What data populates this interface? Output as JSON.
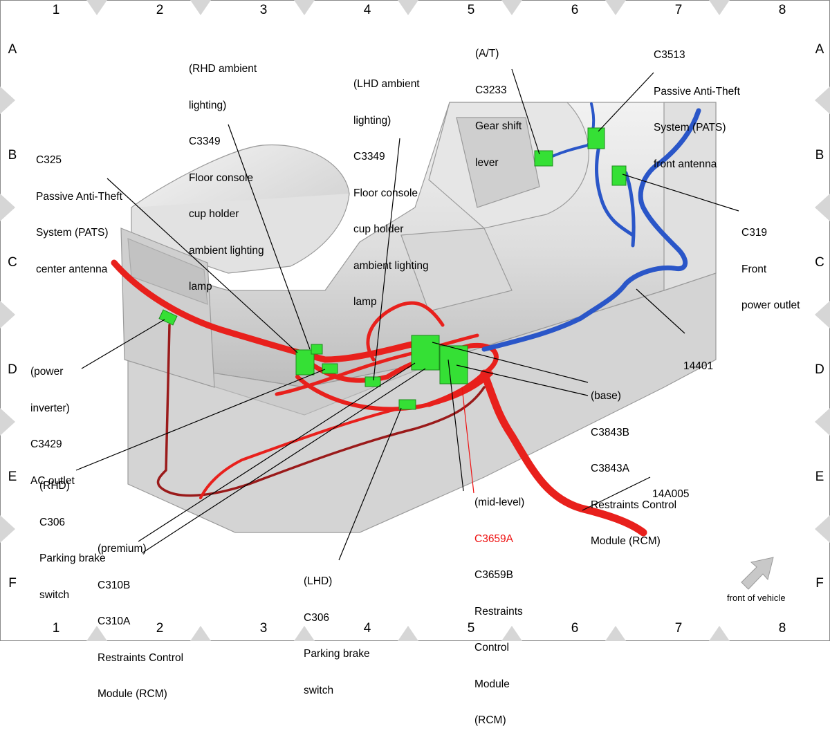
{
  "grid": {
    "columns": [
      "1",
      "2",
      "3",
      "4",
      "5",
      "6",
      "7",
      "8"
    ],
    "rows": [
      "A",
      "B",
      "C",
      "D",
      "E",
      "F"
    ]
  },
  "callouts": {
    "c325": [
      "C325",
      "Passive Anti-Theft",
      "System (PATS)",
      "center antenna"
    ],
    "rhd_ambient": [
      "(RHD ambient",
      "lighting)",
      "C3349",
      "Floor console",
      "cup holder",
      "ambient lighting",
      "lamp"
    ],
    "lhd_ambient": [
      "(LHD ambient",
      "lighting)",
      "C3349",
      "Floor console",
      "cup holder",
      "ambient lighting",
      "lamp"
    ],
    "c3233": [
      "(A/T)",
      "C3233",
      "Gear shift",
      "lever"
    ],
    "c3513": [
      "C3513",
      "Passive Anti-Theft",
      "System (PATS)",
      "front antenna"
    ],
    "c319": [
      "C319",
      "Front",
      "power outlet"
    ],
    "c3429": [
      "(power",
      "inverter)",
      "C3429",
      "AC outlet"
    ],
    "h14401": [
      "14401"
    ],
    "c3843": [
      "(base)",
      "C3843B",
      "C3843A",
      "Restraints Control",
      "Module (RCM)"
    ],
    "rhd_c306": [
      "(RHD)",
      "C306",
      "Parking brake",
      "switch"
    ],
    "h14a005": [
      "14A005"
    ],
    "c3659": [
      "(mid-level)",
      "C3659A",
      "C3659B",
      "Restraints",
      "Control",
      "Module",
      "(RCM)"
    ],
    "c310": [
      "(premium)",
      "C310B",
      "C310A",
      "Restraints Control",
      "Module (RCM)"
    ],
    "lhd_c306": [
      "(LHD)",
      "C306",
      "Parking brake",
      "switch"
    ]
  },
  "front_of_vehicle": "front of vehicle",
  "colors": {
    "harness_red": "#e8201c",
    "harness_blue": "#2a56c8",
    "connector_green": "#35e035",
    "console_gray": "#d9d9d9",
    "highlight_text": "#e11111"
  }
}
